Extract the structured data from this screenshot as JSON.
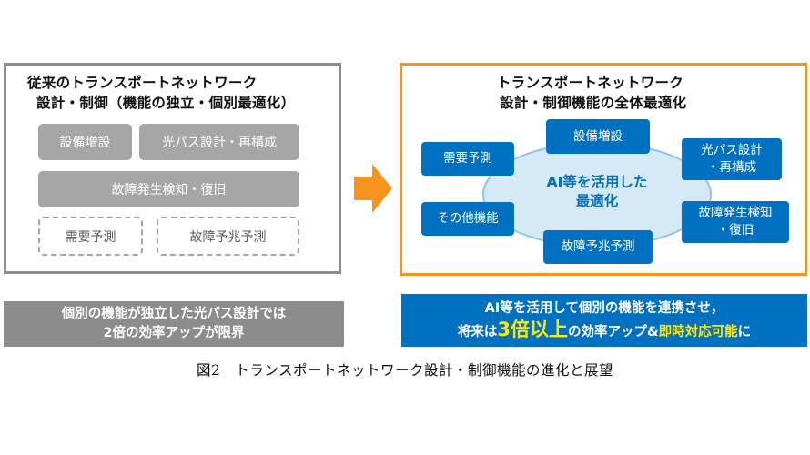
{
  "left_panel": {
    "title_line1": "従来のトランスポートネットワーク",
    "title_line2": "設計・制御（機能の独立・個別最適化）",
    "boxes": [
      "設備増設",
      "光パス設計・再構成",
      "故障発生検知・復旧"
    ],
    "dashed_boxes": [
      "需要予測",
      "故障予兆予測"
    ]
  },
  "right_panel": {
    "title_line1": "トランスポートネットワーク",
    "title_line2": "設計・制御機能の全体最適化",
    "center_line1": "AI等を活用した",
    "center_line2": "最適化",
    "nodes": {
      "top": "設備増設",
      "left_top": "需要予測",
      "right_top_line1": "光パス設計",
      "right_top_line2": "・再構成",
      "left_bottom": "その他機能",
      "right_bottom_line1": "故障発生検知",
      "right_bottom_line2": "・復旧",
      "bottom": "故障予兆予測"
    }
  },
  "banner_left": {
    "line1": "個別の機能が独立した光パス設計では",
    "line2": "2倍の効率アップが限界"
  },
  "banner_right": {
    "line1": "AI等を活用して個別の機能を連携させ，",
    "line2_pre": "将来は",
    "line2_highlight": "3倍以上",
    "line2_mid": "の効率アップ&",
    "line2_highlight2": "即時対応可能",
    "line2_post": "に"
  },
  "caption": "図2　トランスポートネットワーク設計・制御機能の進化と展望",
  "colors": {
    "gray_border": "#8c8c8c",
    "gray_box": "#a6a6a6",
    "orange": "#f7941d",
    "blue": "#0070c0",
    "light_blue": "#d5e9f7",
    "yellow": "#ffeb00"
  }
}
